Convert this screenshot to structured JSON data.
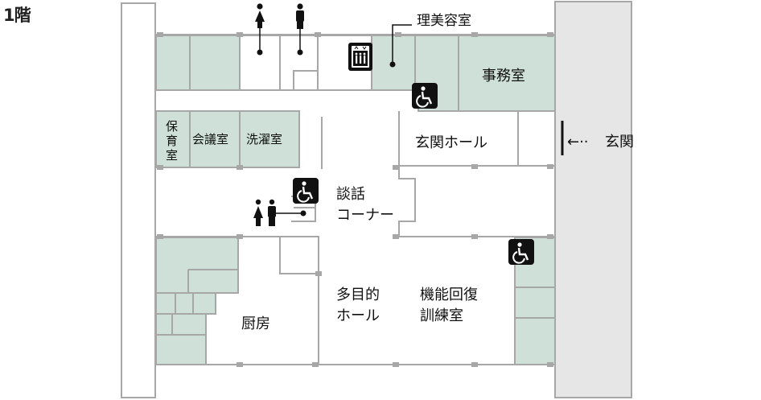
{
  "floor_label": "1階",
  "rooms": {
    "barber": "理美容室",
    "office": "事務室",
    "nursery_1": "保",
    "nursery_2": "育",
    "nursery_3": "室",
    "meeting": "会議室",
    "laundry": "洗濯室",
    "entrance_hall": "玄関ホール",
    "lounge_1": "談話",
    "lounge_2": "コーナー",
    "multipurpose_1": "多目的",
    "multipurpose_2": "ホール",
    "rehab_1": "機能回復",
    "rehab_2": "訓練室",
    "kitchen": "厨房"
  },
  "entrance": {
    "arrow": "←··",
    "label": "玄関"
  },
  "colors": {
    "room_fill": "#cfe0d8",
    "wall": "#a7a7a7",
    "outside_fill": "#e6e6e6",
    "icon_bg": "#111111"
  },
  "icons": [
    "female-restroom-icon",
    "male-restroom-icon",
    "elevator-icon",
    "wheelchair-accessible-icon",
    "unisex-restroom-icon"
  ]
}
